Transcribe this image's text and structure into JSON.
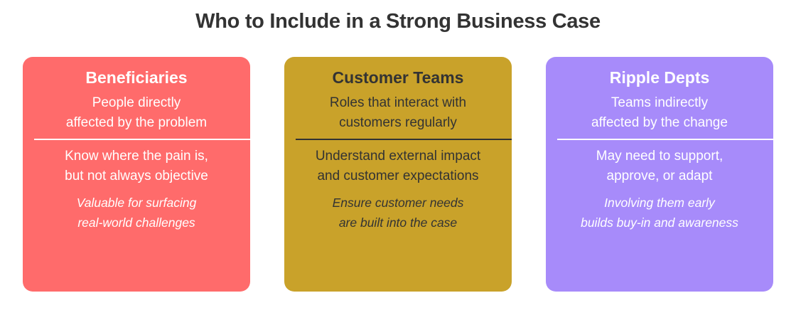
{
  "title": "Who to Include in a Strong Business Case",
  "cards": [
    {
      "name": "Beneficiaries",
      "description": [
        "People directly",
        "affected by the problem"
      ],
      "insight": [
        "Know where the pain is,",
        "but not always objective"
      ],
      "note": [
        "Valuable for surfacing",
        "real-world challenges"
      ],
      "background": "#ff6b6b",
      "text_color": "#ffffff"
    },
    {
      "name": "Customer Teams",
      "description": [
        "Roles that interact with",
        "customers regularly"
      ],
      "insight": [
        "Understand external impact",
        "and customer expectations"
      ],
      "note": [
        "Ensure customer needs",
        "are built into the case"
      ],
      "background": "#c9a22a",
      "text_color": "#333333"
    },
    {
      "name": "Ripple Depts",
      "description": [
        "Teams indirectly",
        "affected by the change"
      ],
      "insight": [
        "May need to support,",
        "approve, or adapt"
      ],
      "note": [
        "Involving them early",
        "builds buy-in and awareness"
      ],
      "background": "#a78bfa",
      "text_color": "#ffffff"
    }
  ]
}
